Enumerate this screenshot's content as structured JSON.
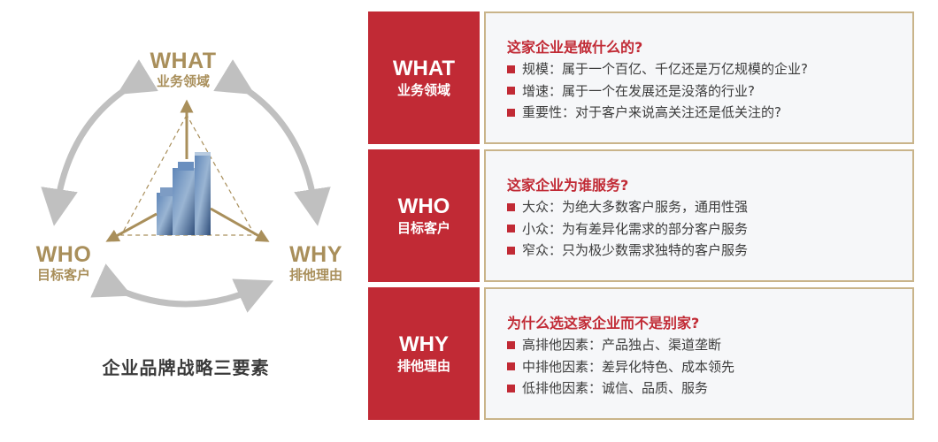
{
  "diagram": {
    "nodes": [
      {
        "en": "WHAT",
        "cn": "业务领域"
      },
      {
        "en": "WHO",
        "cn": "目标客户"
      },
      {
        "en": "WHY",
        "cn": "排他理由"
      }
    ],
    "caption": "企业品牌战略三要素",
    "colors": {
      "gold": "#a98f5b",
      "gray_arrow": "#c0c0c0",
      "red": "#c12a35"
    }
  },
  "rows": [
    {
      "tag_en": "WHAT",
      "tag_cn": "业务领域",
      "question": "这家企业是做什么的?",
      "items": [
        "规模：属于一个百亿、千亿还是万亿规模的企业?",
        "增速：属于一个在发展还是没落的行业?",
        "重要性：对于客户来说高关注还是低关注的?"
      ]
    },
    {
      "tag_en": "WHO",
      "tag_cn": "目标客户",
      "question": "这家企业为谁服务?",
      "items": [
        "大众：为绝大多数客户服务，通用性强",
        "小众：为有差异化需求的部分客户服务",
        "窄众：只为极少数需求独特的客户服务"
      ]
    },
    {
      "tag_en": "WHY",
      "tag_cn": "排他理由",
      "question": "为什么选这家企业而不是别家?",
      "items": [
        "高排他因素：产品独占、渠道垄断",
        "中排他因素：差异化特色、成本领先",
        "低排他因素：诚信、品质、服务"
      ]
    }
  ]
}
